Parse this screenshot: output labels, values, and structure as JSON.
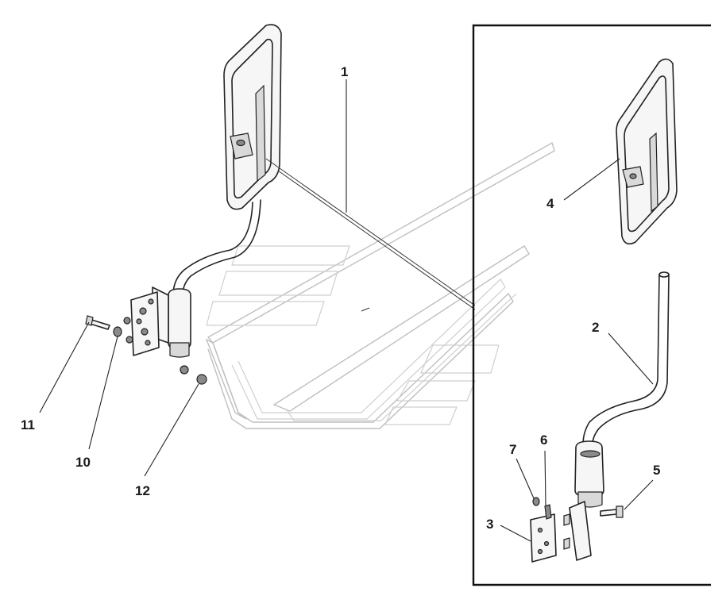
{
  "callouts": [
    {
      "id": "1",
      "text": "1"
    },
    {
      "id": "2",
      "text": "2"
    },
    {
      "id": "3",
      "text": "3"
    },
    {
      "id": "4",
      "text": "4"
    },
    {
      "id": "5",
      "text": "5"
    },
    {
      "id": "6",
      "text": "6"
    },
    {
      "id": "7",
      "text": "7"
    },
    {
      "id": "10",
      "text": "10"
    },
    {
      "id": "11",
      "text": "11"
    },
    {
      "id": "12",
      "text": "12"
    }
  ],
  "colors": {
    "line": "#222222",
    "cab_outline": "#bfbfbf",
    "background": "#ffffff"
  }
}
